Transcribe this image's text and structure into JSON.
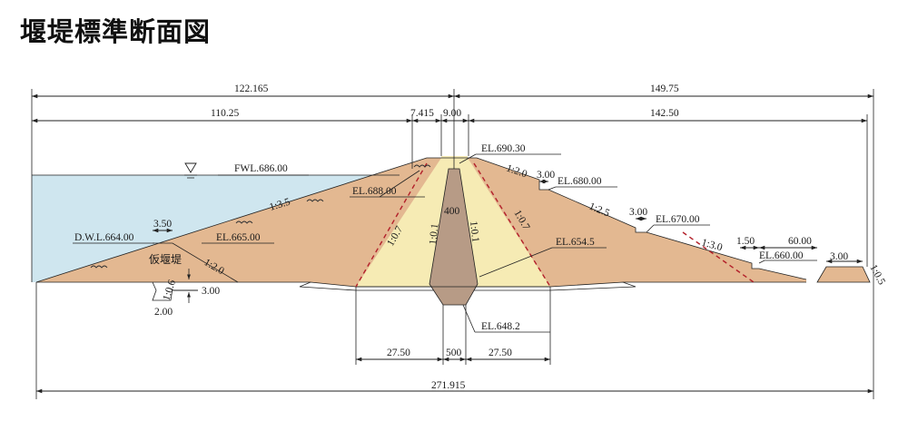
{
  "title": "堰堤標準断面図",
  "colors": {
    "water": "#cfe6ef",
    "shell": "#e3b891",
    "filter": "#f6ebb4",
    "core": "#b79b86",
    "foundation": "#ffffff",
    "dashed": "#b3202a"
  },
  "icons": [
    "water-level-triangle-icon"
  ],
  "dimensions": {
    "top_left": "122.165",
    "top_right": "149.75",
    "second_left": "110.25",
    "crest_offset": "7.415",
    "crest_width": "9.00",
    "second_right": "142.50",
    "cofferdam_berm": "3.50",
    "cofferdam_toe_h": "3.00",
    "cofferdam_toe_v": "2.00",
    "berm_680": "3.00",
    "berm_670": "3.00",
    "berm_660": "1.50",
    "toe_length": "60.00",
    "toe_drain_width": "3.00",
    "bottom_left": "27.50",
    "bottom_core": "500",
    "bottom_right": "27.50",
    "total": "271.915",
    "core_top_width": "400"
  },
  "elevations": {
    "fwl": "FWL.686.00",
    "crest": "EL.690.30",
    "filter_top": "EL.688.00",
    "berm_680": "EL.680.00",
    "berm_670": "EL.670.00",
    "berm_660": "EL.660.00",
    "dwl": "D.W.L.664.00",
    "cofferdam_top": "EL.665.00",
    "core_face": "EL.654.5",
    "core_base": "EL.648.2"
  },
  "slopes": {
    "upstream": "1:3.5",
    "cofferdam": "1:2.0",
    "cofferdam_toe": "1:0.6",
    "filter_left": "1:0.7",
    "core_left": "1:0.1",
    "core_right": "1:0.1",
    "filter_right": "1:0.7",
    "down_1": "1:2.0",
    "down_2": "1:2.5",
    "down_3": "1:3.0",
    "toe_slope": "1:0.5"
  },
  "labels": {
    "cofferdam": "仮堰堤"
  }
}
